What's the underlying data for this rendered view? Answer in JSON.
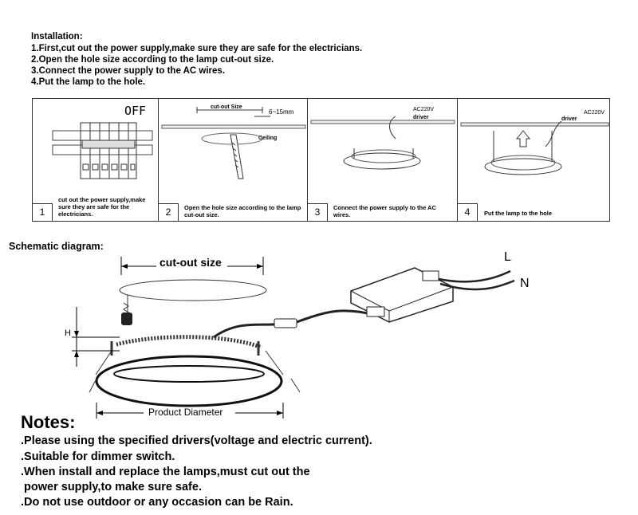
{
  "installation": {
    "title": "Installation:",
    "steps": [
      "1.First,cut out the power supply,make sure they are safe for the electricians.",
      "2.Open the hole size according to the lamp cut-out size.",
      "3.Connect the power supply to the AC wires.",
      "4.Put the lamp to the hole."
    ]
  },
  "panels": [
    {
      "num": "1",
      "caption": "cut out the power supply,make sure they are safe for the electricians.",
      "label_off": "OFF"
    },
    {
      "num": "2",
      "caption": "Open the hole size according to the lamp cut-out size.",
      "label_cutout": "cut-out Size",
      "label_thickness": "6~15mm",
      "label_ceiling": "Ceiling"
    },
    {
      "num": "3",
      "caption": "Connect the power supply to the AC wires.",
      "label_driver": "driver",
      "label_ac": "AC220V"
    },
    {
      "num": "4",
      "caption": "Put the lamp to the hole",
      "label_driver": "driver",
      "label_ac": "AC220V"
    }
  ],
  "schematic": {
    "title": "Schematic diagram:",
    "cutout_label": "cut-out size",
    "product_diameter": "Product Diameter",
    "height_label": "H",
    "live_label": "L",
    "neutral_label": "N"
  },
  "notes": {
    "title": "Notes:",
    "lines": [
      ".Please using the specified drivers(voltage and electric current).",
      ".Suitable for dimmer switch.",
      ".When install and replace the lamps,must cut out the",
      " power supply,to make sure safe.",
      ".Do not use outdoor or any occasion can be Rain."
    ]
  }
}
